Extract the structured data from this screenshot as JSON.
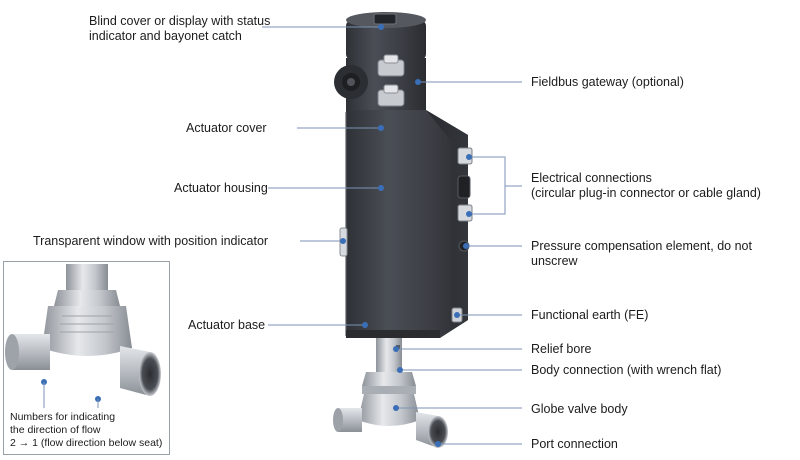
{
  "labels": {
    "blind_cover": "Blind cover or display with status\nindicator and bayonet catch",
    "fieldbus_gateway": "Fieldbus gateway (optional)",
    "actuator_cover": "Actuator cover",
    "electrical_connections": "Electrical connections\n(circular plug-in connector or cable gland)",
    "actuator_housing": "Actuator housing",
    "transparent_window": "Transparent window with position indicator",
    "pressure_compensation": "Pressure compensation element, do not unscrew",
    "functional_earth": "Functional earth (FE)",
    "actuator_base": "Actuator base",
    "relief_bore": "Relief bore",
    "body_connection": "Body connection (with wrench flat)",
    "globe_valve_body": "Globe valve body",
    "port_connection": "Port connection"
  },
  "inset": {
    "flow_numbers": "Numbers for indicating\nthe direction of flow\n2 → 1 (flow direction below seat)"
  },
  "colors": {
    "leader_line": "#7b93b5",
    "marker_dot": "#3a6fb8",
    "housing": "#3c3f45",
    "steel": "#c9cdd2"
  }
}
